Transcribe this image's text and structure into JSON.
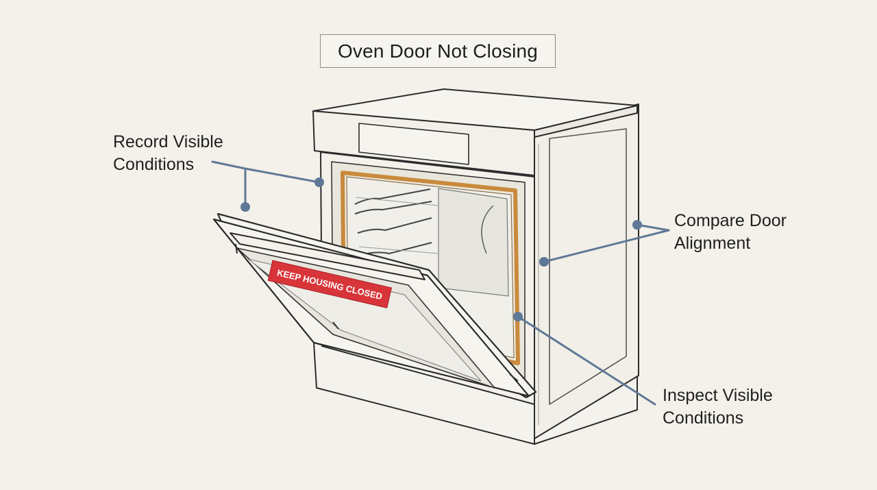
{
  "title": "Oven Door Not Closing",
  "warning_label": "KEEP HOUSING CLOSED",
  "callouts": {
    "record": {
      "line1": "Record Visible",
      "line2": "Conditions"
    },
    "compare": {
      "line1": "Compare Door",
      "line2": "Alignment"
    },
    "inspect": {
      "line1": "Inspect Visible",
      "line2": "Conditions"
    }
  },
  "colors": {
    "background": "#f3f1ea",
    "leader_line": "#5f7896",
    "gasket": "#c98a3c",
    "warning": "#d8353a",
    "outline": "#2b2b2b"
  }
}
